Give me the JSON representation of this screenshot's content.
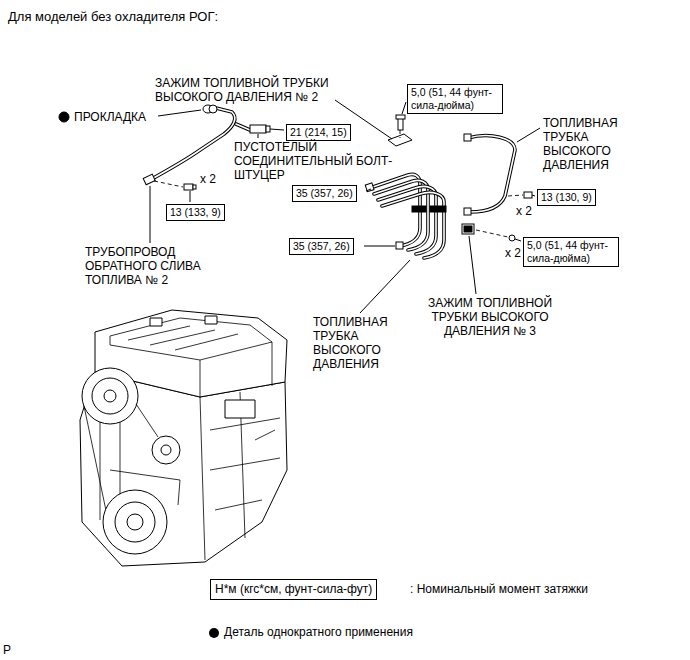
{
  "diagram": {
    "title": "Для моделей без охладителя РОГ:",
    "nodes": [
      {
        "text": [
          "5,0 (51, 44 фунт-сила-дюйма)"
        ]
      },
      {
        "text": [
          "21 (214, 15)"
        ]
      },
      {
        "text": [
          "35 (357, 26)"
        ]
      },
      {
        "text": [
          "13 (130, 9)"
        ]
      },
      {
        "text": [
          "13 (133, 9)"
        ]
      },
      {
        "text": [
          "35 (357, 26)"
        ]
      },
      {
        "text": [
          "5,0 (51, 44 фунт-сила-дюйма)"
        ]
      },
      {
        "text": [
          "Н*м (кгс*см, фунт-сила-фут)"
        ]
      }
    ],
    "labels": [
      "ЗАЖИМ ТОПЛИВНОЙ ТРУБКИ ВЫСОКОГО ДАВЛЕНИЯ № 2",
      "ПРОКЛАДКА",
      "ПУСТОТЕЛЫЙ СОЕДИНИТЕЛЬНЫЙ БОЛТ-ШТУЦЕР",
      "x 2",
      "ТОПЛИВНАЯ ТРУБКА ВЫСОКОГО ДАВЛЕНИЯ",
      "x 2",
      "x 2",
      "ТРУБОПРОВОД ОБРАТНОГО СЛИВА ТОПЛИВА № 2",
      "ТОПЛИВНАЯ ТРУБКА ВЫСОКОГО ДАВЛЕНИЯ",
      "ЗАЖИМ ТОПЛИВНОЙ ТРУБКИ ВЫСОКОГО ДАВЛЕНИЯ № 3",
      "P"
    ],
    "legend": [
      {
        "text": ": Номинальный момент затяжки"
      },
      {
        "text": "Деталь однократного применения",
        "color": "#000000"
      }
    ]
  }
}
